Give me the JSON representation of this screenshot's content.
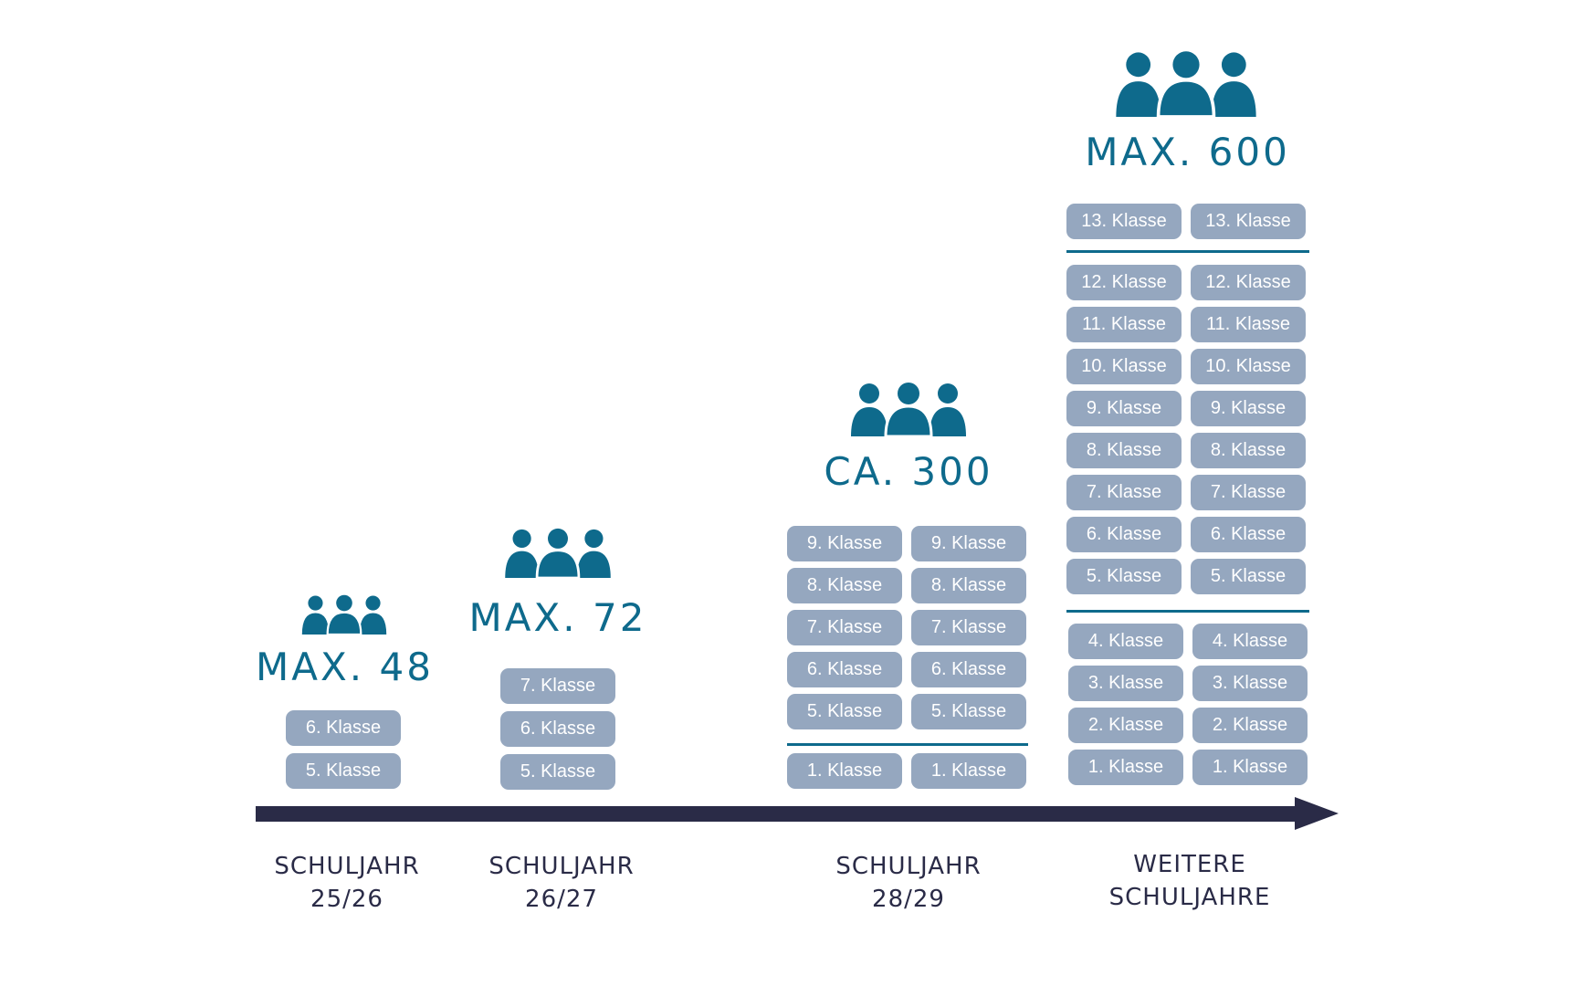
{
  "colors": {
    "accent": "#0e6a8c",
    "pill": "#95a7bf",
    "pill_text": "#ffffff",
    "axis": "#2a2b47",
    "label": "#2a2b47"
  },
  "icons": {
    "people": "three-people-icon",
    "arrow": "arrow-right-icon"
  },
  "phases": [
    {
      "count_label": "MAX. 48",
      "year_label_line1": "SCHULJAHR",
      "year_label_line2": "25/26",
      "classes": [
        "6. Klasse",
        "5. Klasse"
      ]
    },
    {
      "count_label": "MAX. 72",
      "year_label_line1": "SCHULJAHR",
      "year_label_line2": "26/27",
      "classes": [
        "7. Klasse",
        "6. Klasse",
        "5. Klasse"
      ]
    },
    {
      "count_label": "CA. 300",
      "year_label_line1": "SCHULJAHR",
      "year_label_line2": "28/29",
      "left_column": [
        "9. Klasse",
        "8. Klasse",
        "7. Klasse",
        "6. Klasse",
        "5. Klasse",
        "1. Klasse"
      ],
      "right_column": [
        "9. Klasse",
        "8. Klasse",
        "7. Klasse",
        "6. Klasse",
        "5. Klasse",
        "1. Klasse"
      ]
    },
    {
      "count_label": "MAX. 600",
      "year_label_line1": "WEITERE",
      "year_label_line2": "SCHULJAHRE",
      "left_column": [
        "13. Klasse",
        "12. Klasse",
        "11. Klasse",
        "10. Klasse",
        "9. Klasse",
        "8. Klasse",
        "7. Klasse",
        "6. Klasse",
        "5. Klasse",
        "4. Klasse",
        "3. Klasse",
        "2. Klasse",
        "1. Klasse"
      ],
      "right_column": [
        "13. Klasse",
        "12. Klasse",
        "11. Klasse",
        "10. Klasse",
        "9. Klasse",
        "8. Klasse",
        "7. Klasse",
        "6. Klasse",
        "5. Klasse",
        "4. Klasse",
        "3. Klasse",
        "2. Klasse",
        "1. Klasse"
      ]
    }
  ]
}
